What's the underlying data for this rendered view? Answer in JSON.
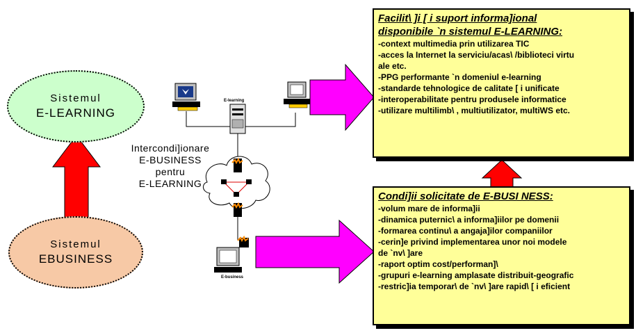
{
  "oval_elearning": {
    "line1": "Sistemul",
    "line2": "E-LEARNING",
    "color": "#ccffcc"
  },
  "oval_ebusiness": {
    "line1": "Sistemul",
    "line2": "EBUSINESS",
    "color": "#f7c9a6"
  },
  "middle_label": {
    "line1": "Intercondi]ionare",
    "line2": "E-BUSINESS",
    "line3": "pentru",
    "line4": "E-LEARNING"
  },
  "server_label": "E-learning",
  "ebusiness_pc_label": "E-business",
  "box_facilitati": {
    "title_line1": "Facilit\\ ]i [ i suport informa]ional",
    "title_line2": "disponibile `n sistemul E-LEARNING:",
    "items": [
      "-context multimedia prin utilizarea TIC",
      "-acces la Internet la serviciu/acas\\ /biblioteci virtu",
      "ale etc.",
      "-PPG performante `n domeniul e-learning",
      "-standarde tehnologice de calitate [ i unificate",
      "-interoperabilitate pentru produsele informatice",
      "-utilizare multilimb\\ , multiutilizator, multiWS etc."
    ]
  },
  "box_conditii": {
    "title": "Condi]ii solicitate de E-BUSI NESS:",
    "items": [
      "-volum mare de informa]ii",
      "-dinamica puternic\\  a informa]iilor pe domenii",
      "-formarea continu\\  a angaja]ilor companiilor",
      "-cerin]e privind implementarea unor noi modele",
      "de `nv\\ ]are",
      "-raport optim cost/performan]\\",
      "-grupuri e-learning amplasate distribuit-geografic",
      "-restric]ia temporar\\  de `nv\\ ]are rapid\\  [ i eficient"
    ]
  },
  "colors": {
    "red_arrow": "#ff0000",
    "magenta_arrow": "#ff00ff",
    "box_fill": "#ffff99"
  }
}
